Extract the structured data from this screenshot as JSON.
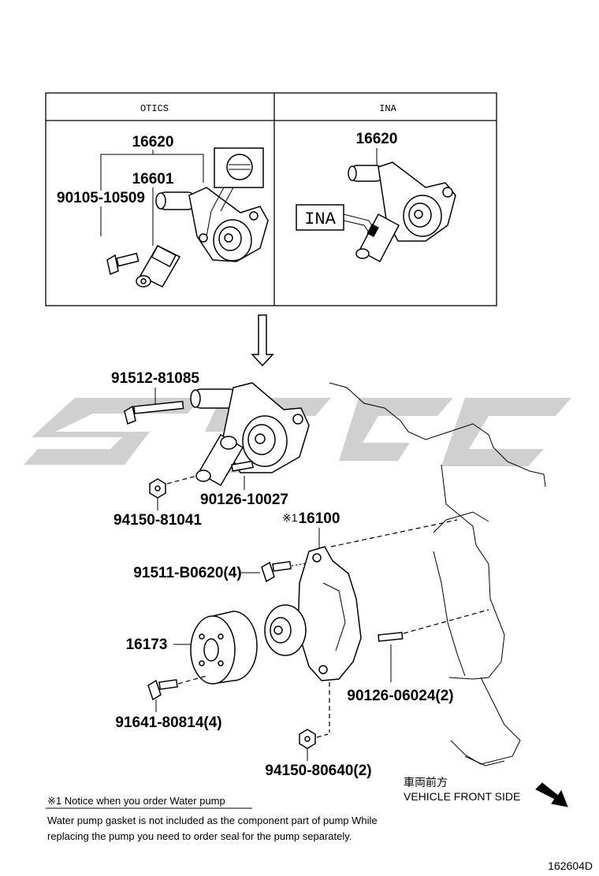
{
  "table": {
    "col_left": "OTICS",
    "col_right": "INA"
  },
  "top_parts": {
    "left_16620": "16620",
    "left_16601": "16601",
    "left_90105": "90105-10509",
    "right_16620": "16620",
    "ina_box": "INA"
  },
  "main_parts": {
    "p91512": "91512-81085",
    "p94150a": "94150-81041",
    "p90126a": "90126-10027",
    "note_mark": "※1",
    "p16100": "16100",
    "p91511": "91511-B0620(4)",
    "p16173": "16173",
    "p90126b": "90126-06024(2)",
    "p91641": "91641-80814(4)",
    "p94150b": "94150-80640(2)"
  },
  "direction": {
    "jp": "車両前方",
    "en": "VEHICLE FRONT SIDE"
  },
  "notice": {
    "title": "※1 Notice when you order Water pump",
    "line1": "Water pump gasket is not included as the component part of pump While",
    "line2": "replacing the pump you need to order seal for the pump separately."
  },
  "figure_id": "162604D"
}
